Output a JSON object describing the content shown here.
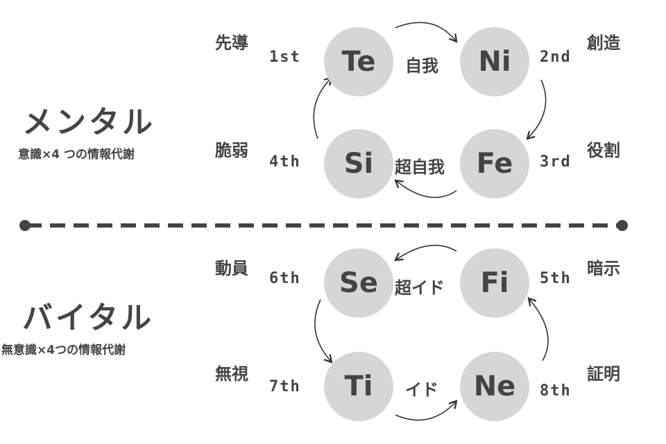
{
  "mental": {
    "title": "メンタル",
    "subtitle": "意識×4 つの情報代謝",
    "functions": {
      "te": {
        "label": "Te",
        "rank": "1st",
        "role": "先導"
      },
      "ni": {
        "label": "Ni",
        "rank": "2nd",
        "role": "創造"
      },
      "fe": {
        "label": "Fe",
        "rank": "3rd",
        "role": "役割"
      },
      "si": {
        "label": "Si",
        "rank": "4th",
        "role": "脆弱"
      }
    },
    "links": {
      "top": "自我",
      "bottom": "超自我"
    }
  },
  "vital": {
    "title": "バイタル",
    "subtitle": "無意識×4つの情報代謝",
    "functions": {
      "fi": {
        "label": "Fi",
        "rank": "5th",
        "role": "暗示"
      },
      "se": {
        "label": "Se",
        "rank": "6th",
        "role": "動員"
      },
      "ti": {
        "label": "Ti",
        "rank": "7th",
        "role": "無視"
      },
      "ne": {
        "label": "Ne",
        "rank": "8th",
        "role": "証明"
      }
    },
    "links": {
      "top": "超イド",
      "bottom": "イド"
    }
  },
  "colors": {
    "circle": "#d6d6d6",
    "text": "#444444",
    "divider": "#444444"
  }
}
